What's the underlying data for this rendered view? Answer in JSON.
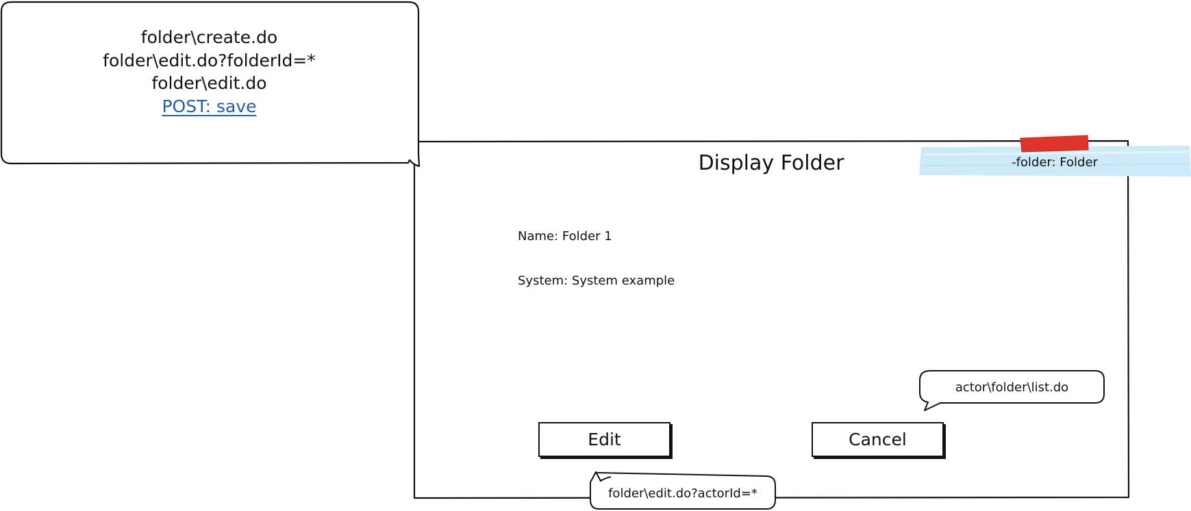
{
  "callout": {
    "lines": [
      "folder\\create.do",
      "folder\\edit.do?folderId=*",
      "folder\\edit.do"
    ],
    "link": "POST: save",
    "link_color": "#1f5fa8"
  },
  "frame": {
    "title": "Display Folder",
    "fields": {
      "name": "Name: Folder 1",
      "system": "System: System example"
    },
    "buttons": {
      "edit": "Edit",
      "cancel": "Cancel"
    }
  },
  "sticky_note": {
    "text": "-folder: Folder",
    "tape_color": "#cdeaf9",
    "pin_color": "#e0342a"
  },
  "bubbles": {
    "cancel_target": "actor\\folder\\list.do",
    "edit_target": "folder\\edit.do?actorId=*"
  }
}
